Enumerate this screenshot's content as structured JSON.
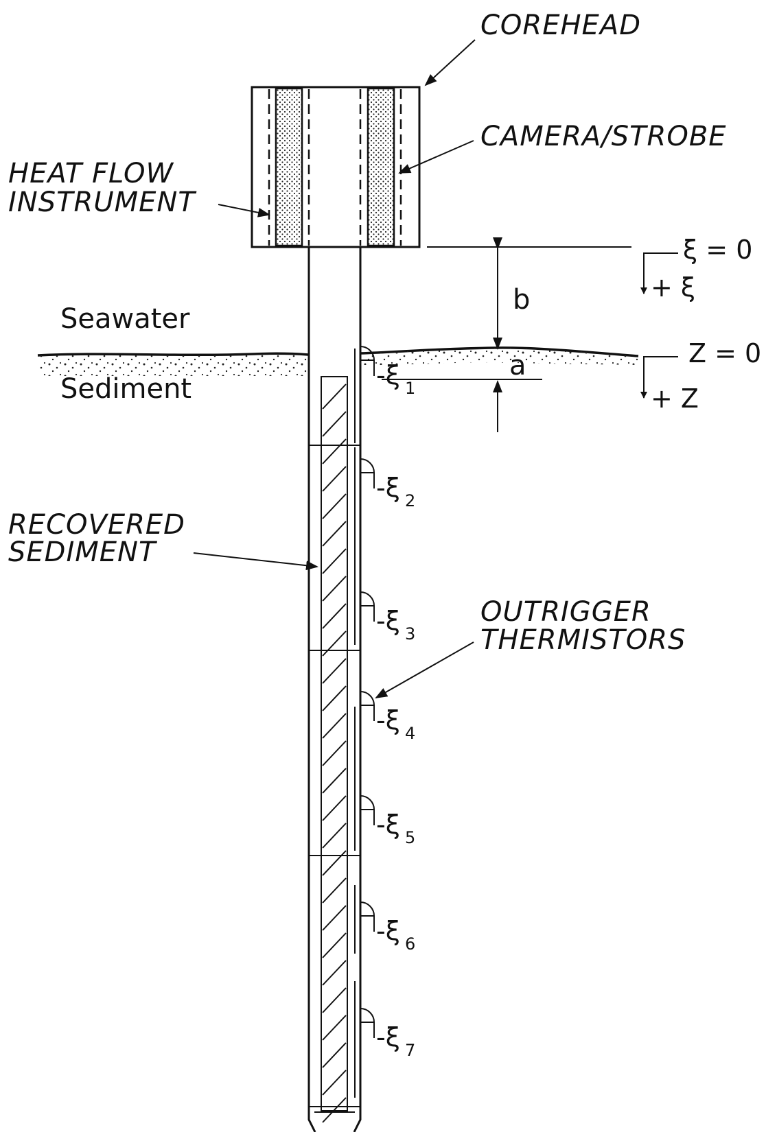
{
  "labels": {
    "corehead": "COREHEAD",
    "camera_strobe": "CAMERA/STROBE",
    "heat_flow_line1": "HEAT FLOW",
    "heat_flow_line2": "INSTRUMENT",
    "seawater": "Seawater",
    "sediment": "Sediment",
    "recovered_line1": "RECOVERED",
    "recovered_line2": "SEDIMENT",
    "outrigger_line1": "OUTRIGGER",
    "outrigger_line2": "THERMISTORS",
    "dim_b": "b",
    "dim_a": "a",
    "xi_zero": "ξ = 0",
    "plus_xi": "+ ξ",
    "z_zero": "Z = 0",
    "plus_z": "+ Z"
  },
  "thermistors": [
    {
      "symbol": "-ξ",
      "index": "1"
    },
    {
      "symbol": "-ξ",
      "index": "2"
    },
    {
      "symbol": "-ξ",
      "index": "3"
    },
    {
      "symbol": "-ξ",
      "index": "4"
    },
    {
      "symbol": "-ξ",
      "index": "5"
    },
    {
      "symbol": "-ξ",
      "index": "6"
    },
    {
      "symbol": "-ξ",
      "index": "7"
    }
  ]
}
